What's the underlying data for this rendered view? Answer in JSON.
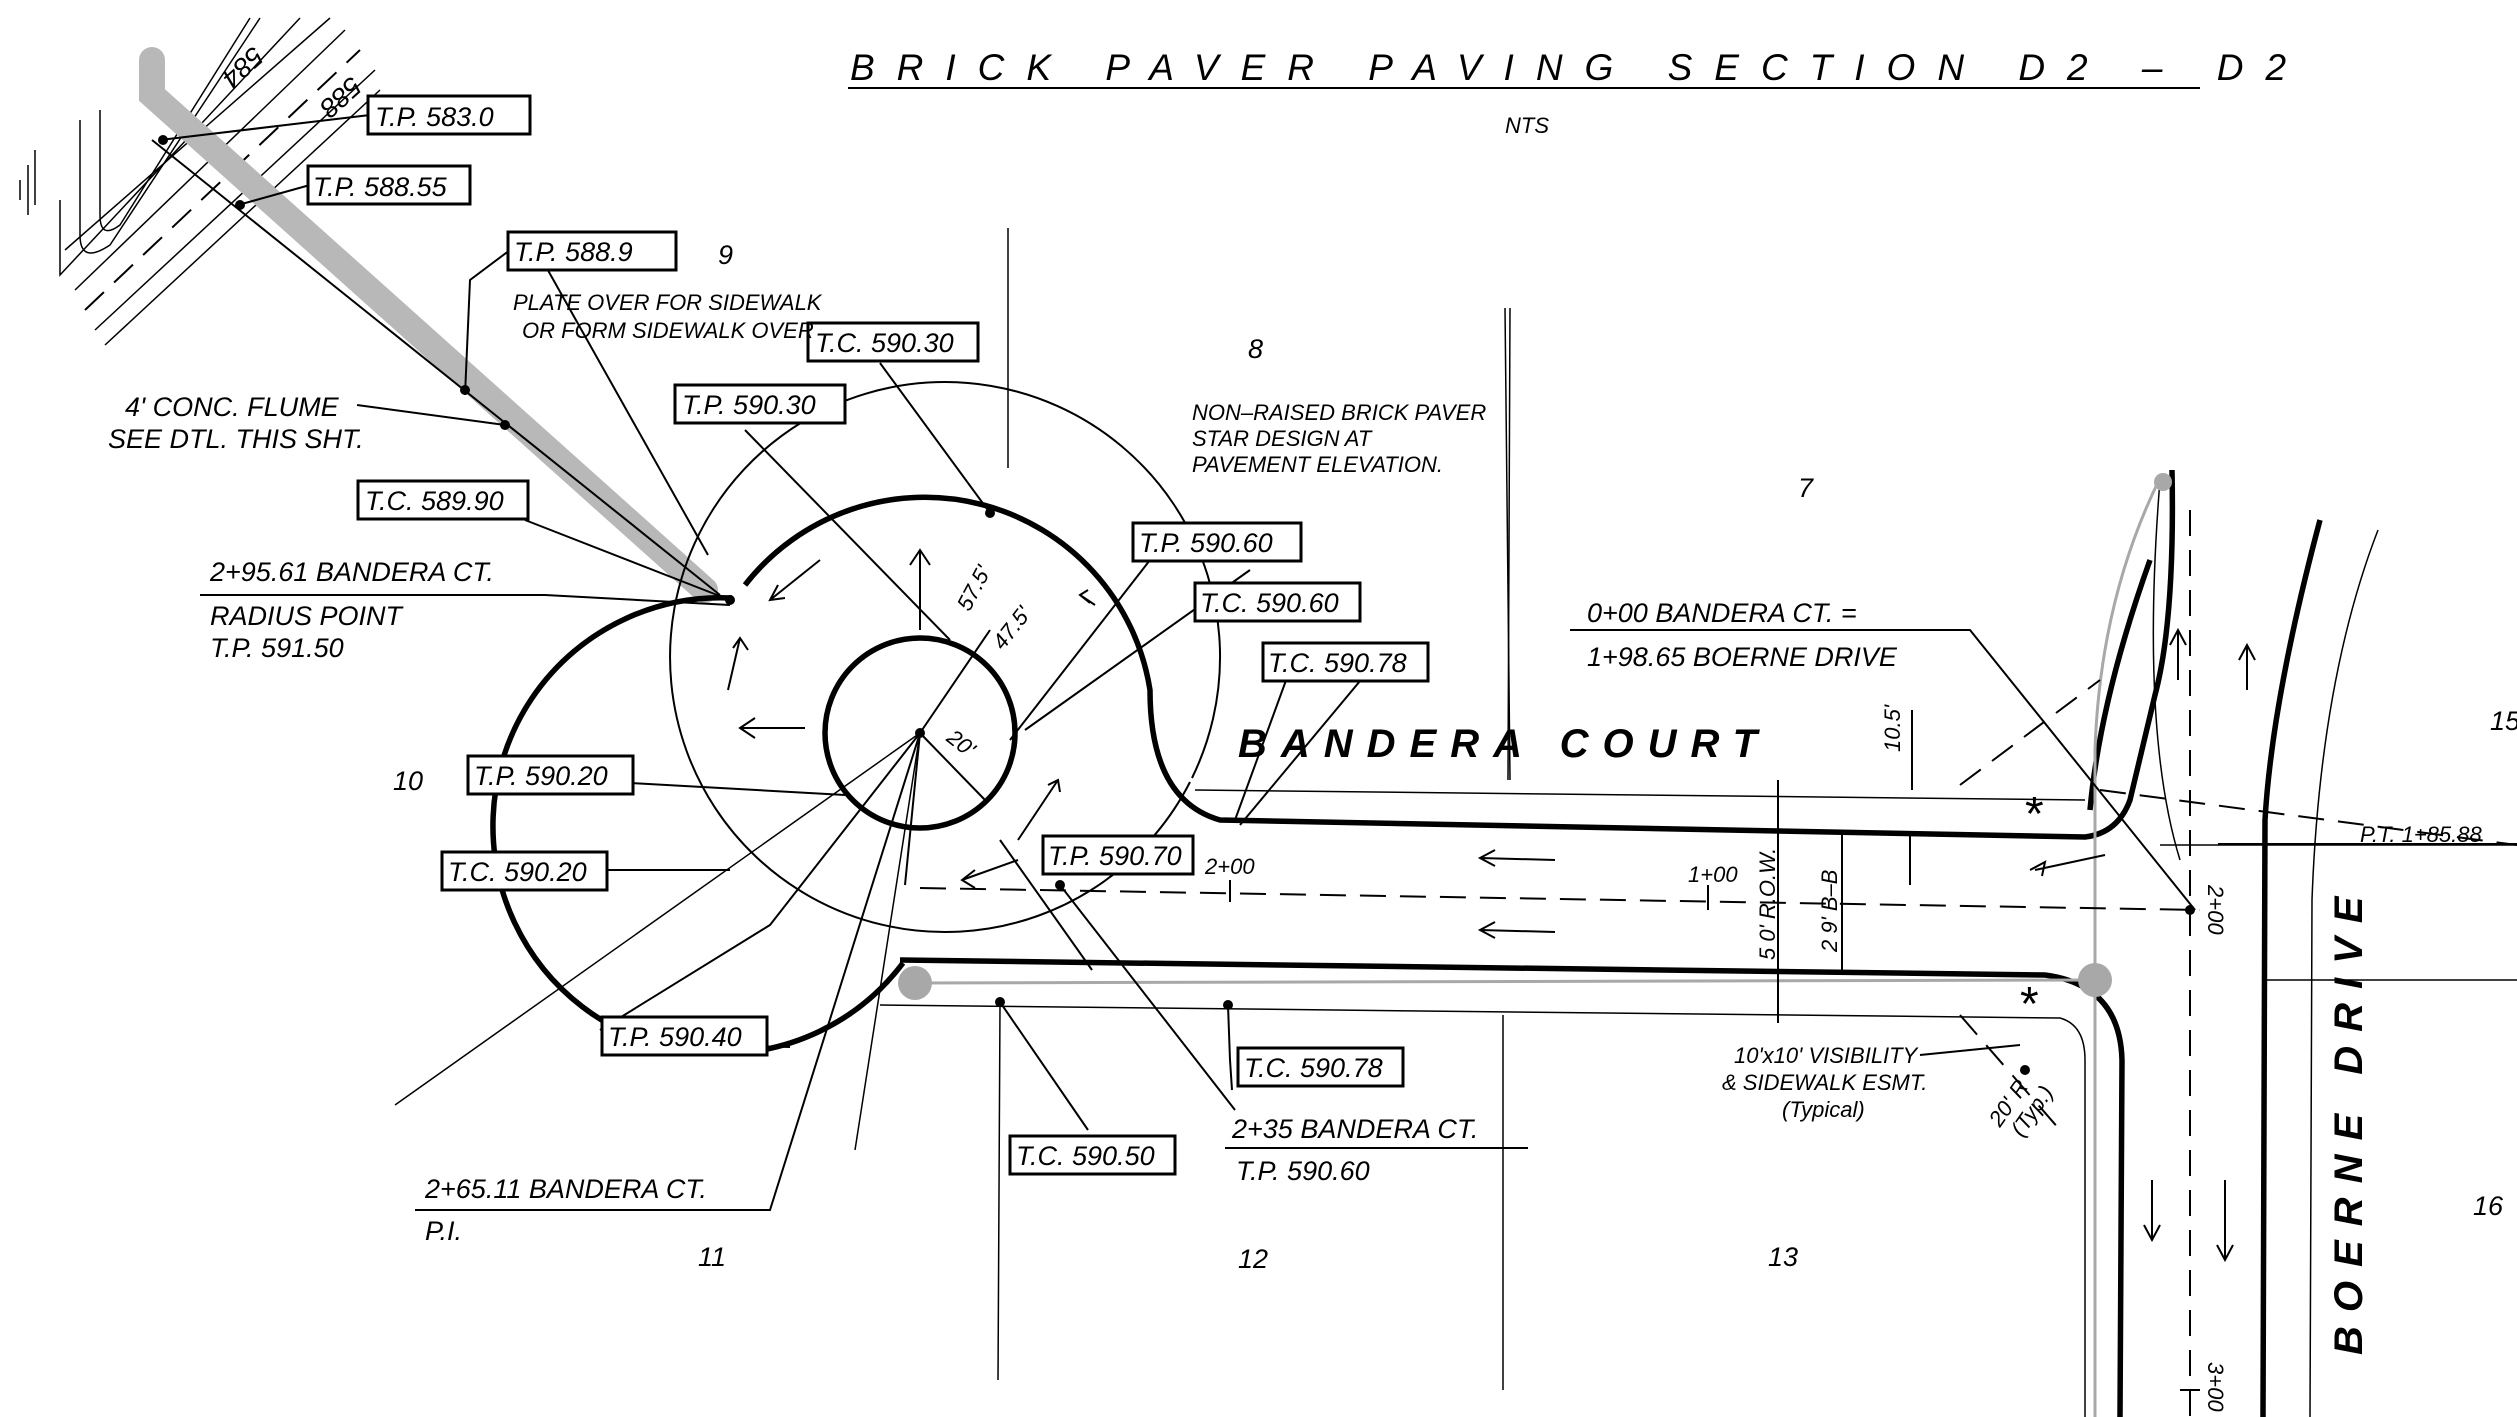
{
  "title": "BRICK PAVER PAVING SECTION D2 – D2",
  "scale_note": "NTS",
  "streets": {
    "bandera": "BANDERA COURT",
    "boerne": "BOERNE DRIVE"
  },
  "callouts": {
    "tp_583_0": "T.P. 583.0",
    "tp_588_55": "T.P. 588.55",
    "tp_588_9": "T.P. 588.9",
    "tc_590_30": "T.C. 590.30",
    "tp_590_30": "T.P. 590.30",
    "tc_589_90": "T.C. 589.90",
    "tp_590_60": "T.P. 590.60",
    "tc_590_60": "T.C. 590.60",
    "tc_590_78_top": "T.C. 590.78",
    "tp_590_20": "T.P. 590.20",
    "tc_590_20": "T.C. 590.20",
    "tp_590_70": "T.P. 590.70",
    "tp_590_40": "T.P. 590.40",
    "tc_590_78_bottom": "T.C. 590.78",
    "tc_590_50": "T.C. 590.50"
  },
  "notes": {
    "flume_1": "4' CONC. FLUME",
    "flume_2": "SEE DTL. THIS SHT.",
    "plate_1": "PLATE OVER FOR SIDEWALK",
    "plate_2": "OR FORM SIDEWALK OVER",
    "star_1": "NON–RAISED BRICK PAVER",
    "star_2": "STAR DESIGN AT",
    "star_3": "PAVEMENT ELEVATION.",
    "radius_pt_1": "2+95.61 BANDERA CT.",
    "radius_pt_2": "RADIUS POINT",
    "radius_pt_3": "T.P. 591.50",
    "station_1": "0+00 BANDERA CT. =",
    "station_2": "1+98.65 BOERNE DRIVE",
    "pi_1": "2+65.11 BANDERA CT.",
    "pi_2": "P.I.",
    "sta_235_1": "2+35 BANDERA CT.",
    "sta_235_2": "T.P. 590.60",
    "vis_1": "10'x10' VISIBILITY",
    "vis_2": "& SIDEWALK ESMT.",
    "vis_3": "(Typical)",
    "pt": "P.T. 1+85.88"
  },
  "dims": {
    "r57_5": "57.5'",
    "r47_5": "47.5'",
    "r20": "20'",
    "d10_5": "10.5'",
    "row": "5 0' R.O.W.",
    "bb": "2 9' B–B",
    "radius_typ_1": "20' R",
    "radius_typ_2": "(Typ.)"
  },
  "stations": {
    "s100": "1+00",
    "s200": "2+00",
    "s200_boerne": "2+00",
    "s300_boerne": "3+00"
  },
  "contours": {
    "c584": "584",
    "c588": "588"
  },
  "lots": {
    "l7": "7",
    "l8": "8",
    "l9": "9",
    "l10": "10",
    "l11": "11",
    "l12": "12",
    "l13": "13",
    "l15": "15",
    "l16": "16"
  },
  "colors": {
    "line": "#000000",
    "flume_fill": "#b8b8b8",
    "utility_grey": "#a8a8a8",
    "background": "#ffffff"
  }
}
